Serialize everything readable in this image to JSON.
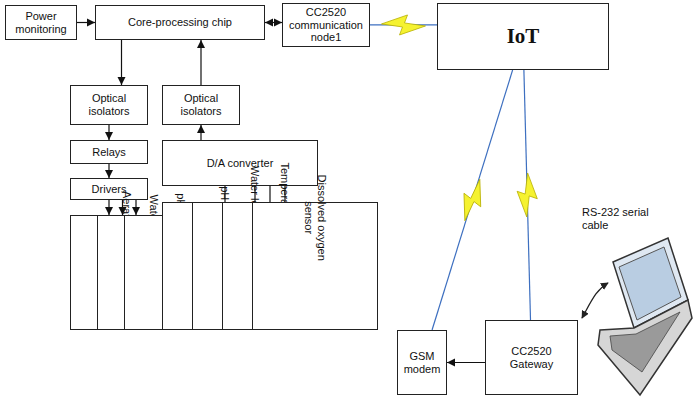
{
  "diagram": {
    "nodes": [
      {
        "text": [
          "Power monitoring"
        ]
      },
      {
        "text": [
          "Core-processing chip"
        ]
      },
      {
        "text": [
          "CC2520 communication node1"
        ]
      },
      {
        "text": [
          "IoT"
        ]
      },
      {
        "text": [
          "Optical isolators"
        ]
      },
      {
        "text": [
          "Optical isolators"
        ]
      },
      {
        "text": [
          "Relays"
        ]
      },
      {
        "text": [
          "Drivers"
        ]
      },
      {
        "text": [
          "D/A converter"
        ]
      },
      {
        "text": [
          "Aerator pump"
        ]
      },
      {
        "text": [
          "Water pump"
        ]
      },
      {
        "text": [
          "pH controller"
        ]
      },
      {
        "text": [
          "pH sensor"
        ]
      },
      {
        "text": [
          "Water level sensor"
        ]
      },
      {
        "text": [
          "Temperature sensor"
        ]
      },
      {
        "text": [
          "Dissolved oxygen sensor"
        ]
      },
      {
        "text": [
          "GSM modem"
        ]
      },
      {
        "text": [
          "CC2520 Gateway"
        ]
      }
    ],
    "edges": [
      {
        "from": 0,
        "to": 1,
        "arrow": "to"
      },
      {
        "from": 1,
        "to": 2,
        "arrow": "both"
      },
      {
        "from": 1,
        "to": 4,
        "arrow": "to"
      },
      {
        "from": 5,
        "to": 1,
        "arrow": "to"
      },
      {
        "from": 2,
        "to": 3,
        "arrow": "none"
      },
      {
        "from": 4,
        "to": 6,
        "arrow": "to"
      },
      {
        "from": 6,
        "to": 7,
        "arrow": "to"
      },
      {
        "from": 7,
        "to": 9,
        "arrow": "to"
      },
      {
        "from": 7,
        "to": 10,
        "arrow": "to"
      },
      {
        "from": 7,
        "to": 11,
        "arrow": "to"
      },
      {
        "from": 8,
        "to": 5,
        "arrow": "to"
      },
      {
        "from": 12,
        "to": 8,
        "arrow": "none"
      },
      {
        "from": 13,
        "to": 8,
        "arrow": "none"
      },
      {
        "from": 14,
        "to": 8,
        "arrow": "none"
      },
      {
        "from": 15,
        "to": 8,
        "arrow": "none"
      },
      {
        "from": 3,
        "to": 16,
        "arrow": "none"
      },
      {
        "from": 3,
        "to": 17,
        "arrow": "none"
      },
      {
        "from": 17,
        "to": 16,
        "arrow": "to"
      }
    ],
    "labels": [
      "RS-232 serial cable"
    ]
  }
}
